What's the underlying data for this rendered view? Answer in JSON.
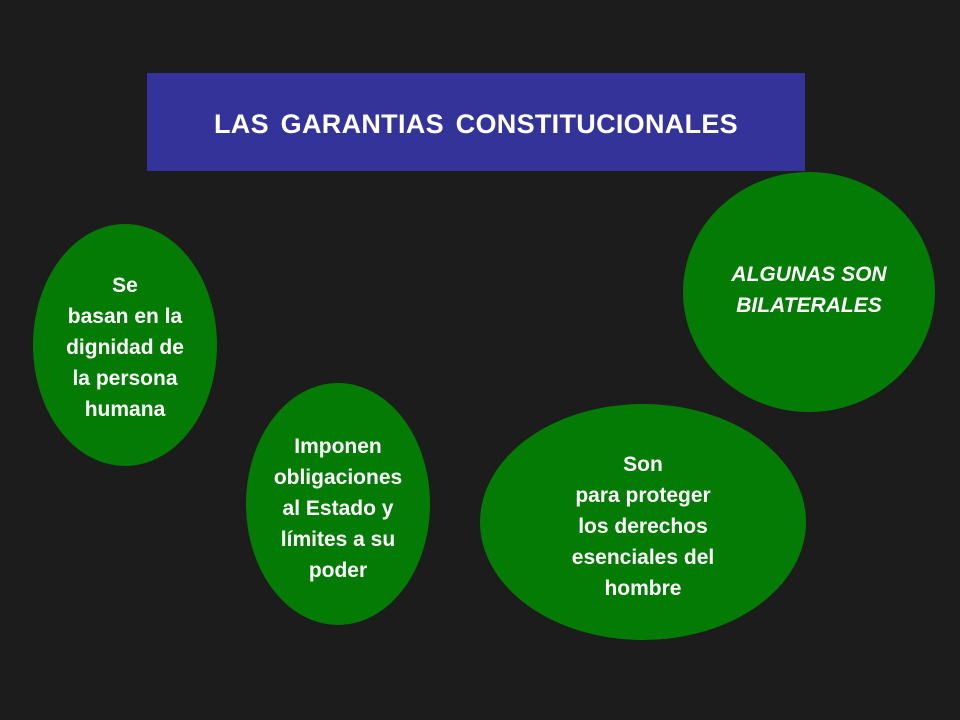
{
  "title": "LAS GARANTIAS CONSTITUCIONALES",
  "colors": {
    "background": "#1c1c1c",
    "title_box": "#33339a",
    "bubble": "#047b04",
    "text": "#ffffff"
  },
  "bubbles": [
    {
      "text": "Se\nbasan en la\ndignidad de\nla persona\nhumana"
    },
    {
      "text": "Imponen\nobligaciones\nal Estado y\nlímites a su\npoder"
    },
    {
      "text": "Son\npara proteger\nlos derechos\nesenciales del\nhombre"
    },
    {
      "text": "ALGUNAS SON\nBILATERALES"
    }
  ]
}
